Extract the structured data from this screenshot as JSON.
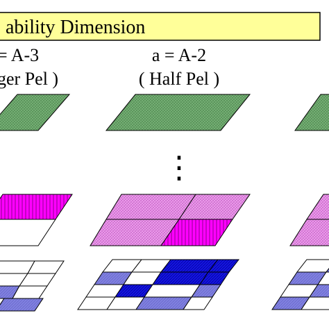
{
  "header": {
    "title": "ability Dimension",
    "bg_color": "#ffff99"
  },
  "columns": [
    {
      "label": "= A-3",
      "sublabel": "ger Pel )"
    },
    {
      "label": "a = A-2",
      "sublabel": "( Half Pel )"
    },
    {
      "label": "",
      "sublabel": ""
    }
  ],
  "ellipsis": "⋮",
  "colors": {
    "green_fill": "#6aa56a",
    "magenta_fill": "#ff00ff",
    "pink_fill": "#e58ae5",
    "blue_fill": "#1515e0",
    "light_blue_fill": "#8080e0",
    "white": "#ffffff",
    "outline": "#000000"
  }
}
